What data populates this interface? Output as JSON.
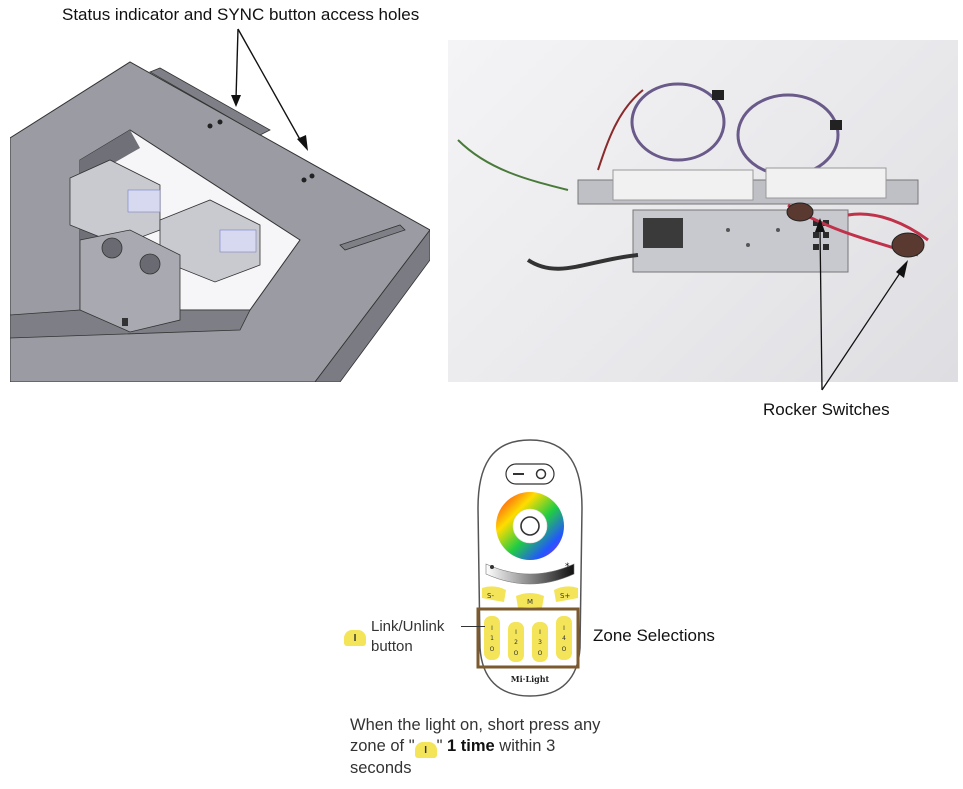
{
  "annotations": {
    "status_holes": "Status indicator and SYNC button access holes",
    "rocker_switches": "Rocker Switches",
    "zone_selections": "Zone Selections",
    "link_unlink_line1": "Link/Unlink",
    "link_unlink_line2": "button"
  },
  "remote": {
    "brand": "Mi·Light",
    "speed_minus": "S-",
    "mode": "M",
    "speed_plus": "S+",
    "zones": [
      "1",
      "2",
      "3",
      "4"
    ],
    "zone_on_symbol": "I",
    "zone_off_symbol": "O"
  },
  "instruction": {
    "part1": "When the light on, short press any zone of \"",
    "icon_symbol": "I",
    "part2": "\" ",
    "emphasis": "1 time",
    "part3": " within 3 seconds"
  },
  "colors": {
    "zone_box": "#7a5a2e",
    "button_yellow": "#f3e45a",
    "panel_gray": "#8f9097"
  }
}
